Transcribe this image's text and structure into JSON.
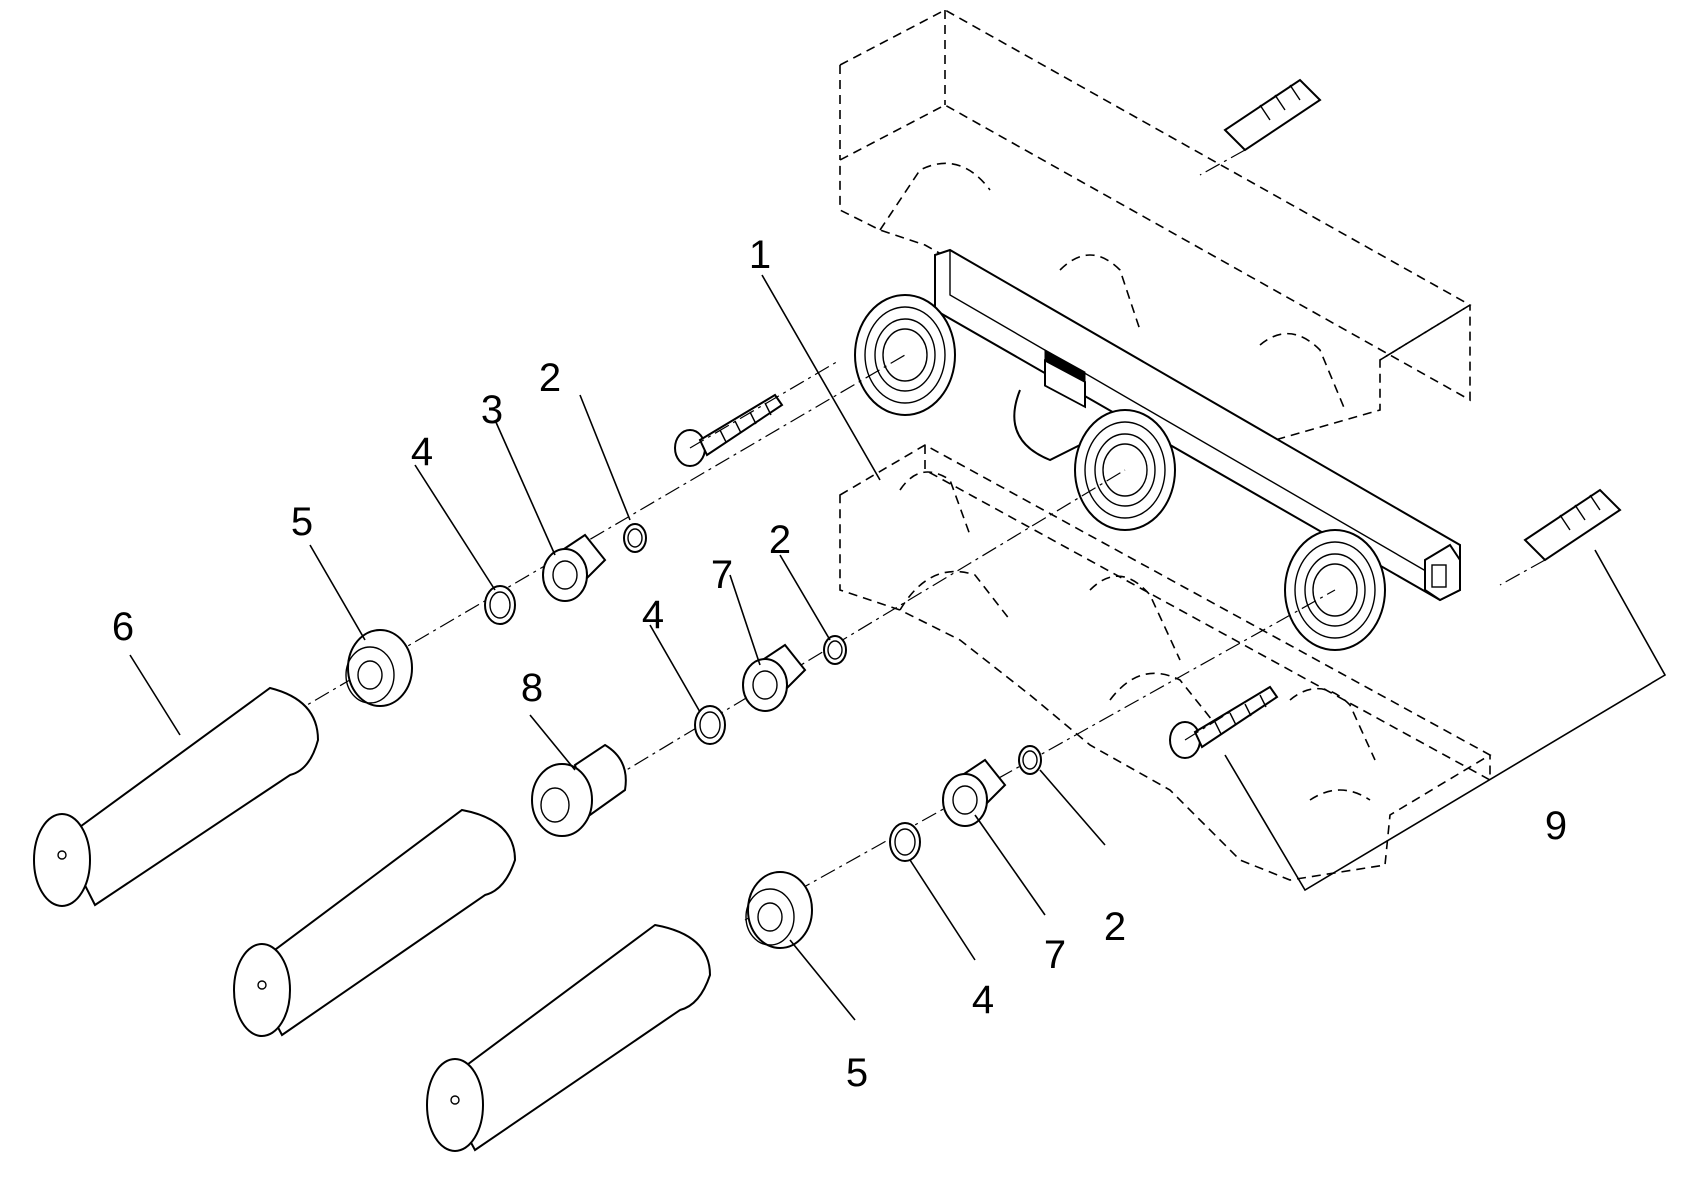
{
  "diagram": {
    "callouts": [
      {
        "id": "c1",
        "label": "1"
      },
      {
        "id": "c2a",
        "label": "2"
      },
      {
        "id": "c2b",
        "label": "2"
      },
      {
        "id": "c2c",
        "label": "2"
      },
      {
        "id": "c3",
        "label": "3"
      },
      {
        "id": "c4a",
        "label": "4"
      },
      {
        "id": "c4b",
        "label": "4"
      },
      {
        "id": "c4c",
        "label": "4"
      },
      {
        "id": "c5a",
        "label": "5"
      },
      {
        "id": "c5b",
        "label": "5"
      },
      {
        "id": "c6",
        "label": "6"
      },
      {
        "id": "c7a",
        "label": "7"
      },
      {
        "id": "c7b",
        "label": "7"
      },
      {
        "id": "c8",
        "label": "8"
      },
      {
        "id": "c9",
        "label": "9"
      }
    ]
  }
}
